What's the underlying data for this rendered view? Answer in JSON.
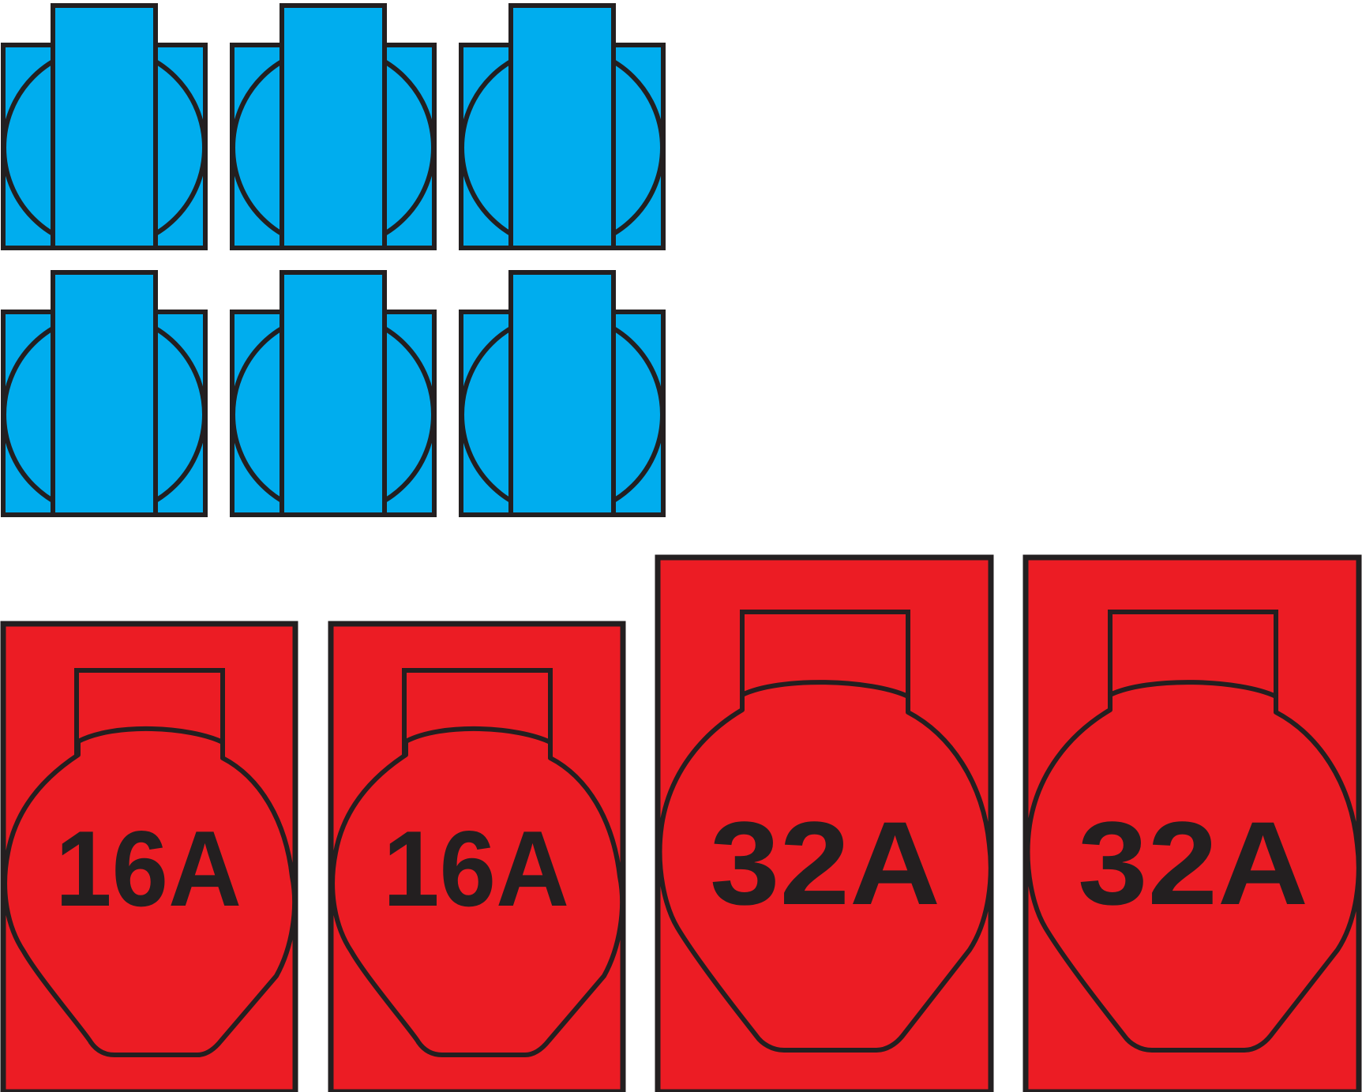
{
  "colors": {
    "blue_socket": "#00ADEE",
    "red_socket": "#EC1C24",
    "outline": "#231F20",
    "background": "#FFFFFF"
  },
  "blue_sockets": {
    "rows": 2,
    "per_row": 3,
    "icon": "schuko-socket-icon"
  },
  "red_sockets": [
    {
      "label": "16A",
      "icon": "cee-socket-icon"
    },
    {
      "label": "16A",
      "icon": "cee-socket-icon"
    },
    {
      "label": "32A",
      "icon": "cee-socket-icon"
    },
    {
      "label": "32A",
      "icon": "cee-socket-icon"
    }
  ]
}
